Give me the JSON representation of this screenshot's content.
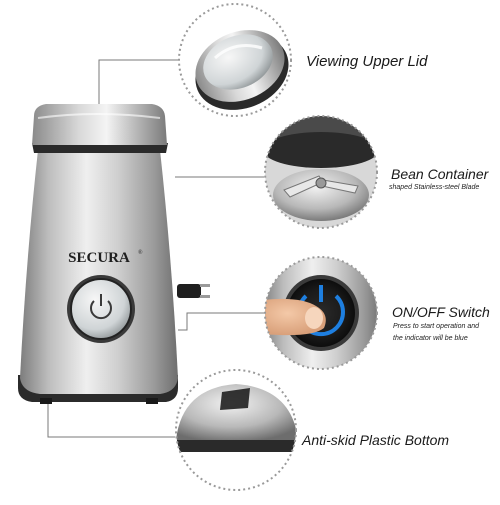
{
  "brand": {
    "name": "SECURA",
    "mark": "®"
  },
  "features": [
    {
      "title": "Viewing Upper Lid",
      "subtitle": ""
    },
    {
      "title": "Bean Container",
      "subtitle": "shaped Stainless-steel Blade"
    },
    {
      "title": "ON/OFF Switch",
      "subtitle": "Press to start operation and",
      "subtitle2": "the indicator will  be blue"
    },
    {
      "title": "Anti-skid Plastic Bottom",
      "subtitle": ""
    }
  ],
  "colors": {
    "steel_light": "#e6e6e6",
    "steel_dark": "#8c8c8c",
    "indicator": "#1e7fe0",
    "dotted_border": "#9a9a9a",
    "leader_line": "#7a7a7a"
  },
  "icons": [
    "power-icon",
    "power-plug-icon"
  ]
}
